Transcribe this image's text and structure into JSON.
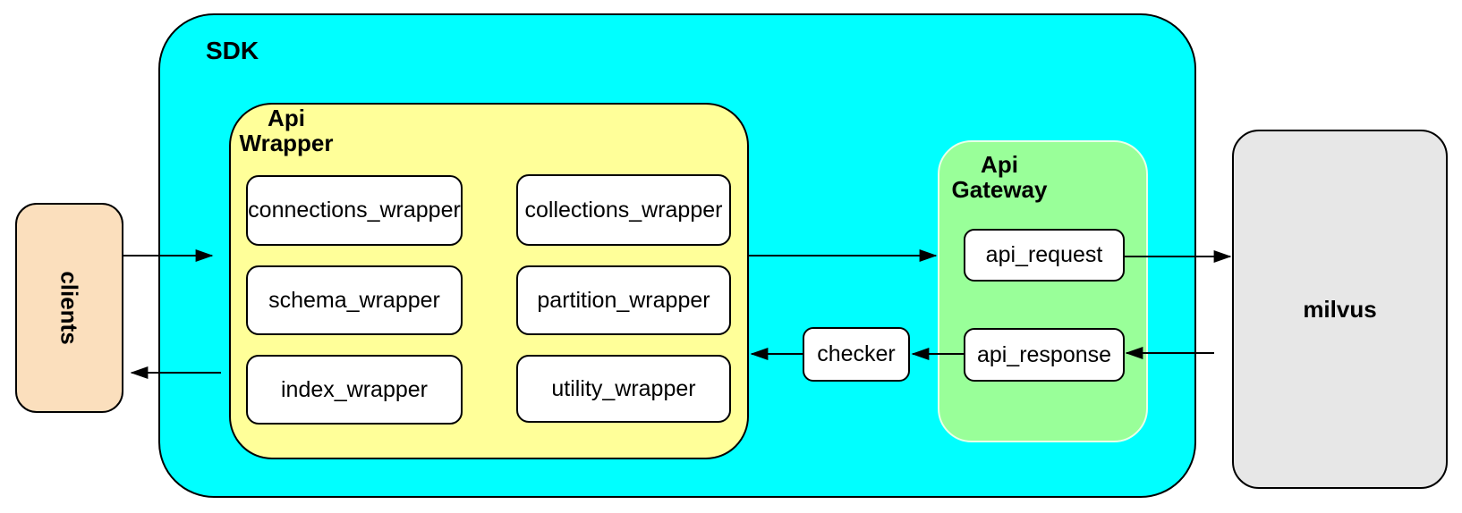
{
  "diagram": {
    "sdk": {
      "label": "SDK"
    },
    "clients": {
      "label": "clients"
    },
    "milvus": {
      "label": "milvus"
    },
    "checker": {
      "label": "checker"
    },
    "api_wrapper": {
      "label_line1": "Api",
      "label_line2": "Wrapper",
      "nodes": [
        {
          "label": "connections_wrapper"
        },
        {
          "label": "collections_wrapper"
        },
        {
          "label": "schema_wrapper"
        },
        {
          "label": "partition_wrapper"
        },
        {
          "label": "index_wrapper"
        },
        {
          "label": "utility_wrapper"
        }
      ]
    },
    "api_gateway": {
      "label_line1": "Api",
      "label_line2": "Gateway",
      "nodes": [
        {
          "label": "api_request"
        },
        {
          "label": "api_response"
        }
      ]
    },
    "colors": {
      "sdk_fill": "#00ffff",
      "api_wrapper_fill": "#ffff99",
      "api_gateway_fill": "#99ff99",
      "clients_fill": "#fbdfbd",
      "milvus_fill": "#e7e7e7",
      "node_fill": "#ffffff",
      "stroke": "#000000"
    }
  }
}
